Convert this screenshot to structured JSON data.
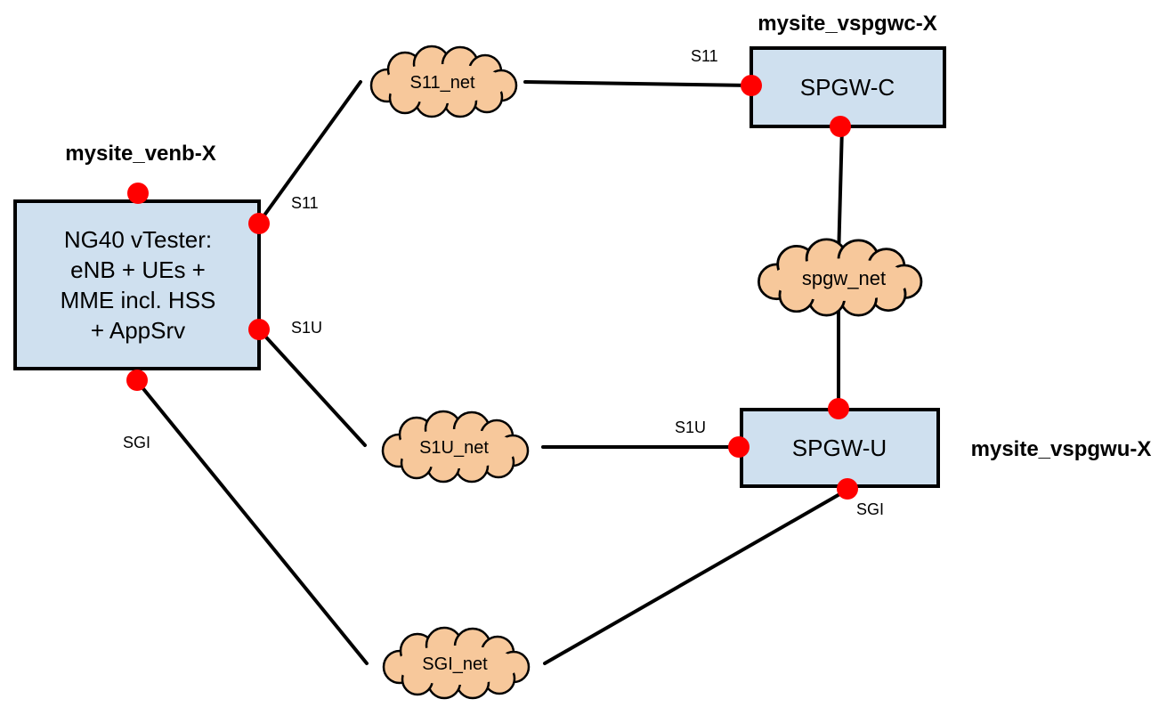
{
  "hosts": {
    "venb": "mysite_venb-X",
    "vspgwc": "mysite_vspgwc-X",
    "vspgwu": "mysite_vspgwu-X"
  },
  "nodes": {
    "vtester": [
      "NG40 vTester:",
      "eNB + UEs +",
      "MME incl. HSS",
      "+ AppSrv"
    ],
    "spgwc": "SPGW-C",
    "spgwu": "SPGW-U"
  },
  "networks": {
    "s11": "S11_net",
    "s1u": "S1U_net",
    "sgi": "SGI_net",
    "spgw": "spgw_net"
  },
  "ports": {
    "vtester_s11": "S11",
    "vtester_s1u": "S1U",
    "vtester_sgi": "SGI",
    "spgwc_s11": "S11",
    "spgwu_s1u": "S1U",
    "spgwu_sgi": "SGI"
  },
  "colors": {
    "box_fill": "#cfe0ef",
    "cloud_fill": "#f7c89b",
    "port": "#ff0000",
    "line": "#000000"
  }
}
